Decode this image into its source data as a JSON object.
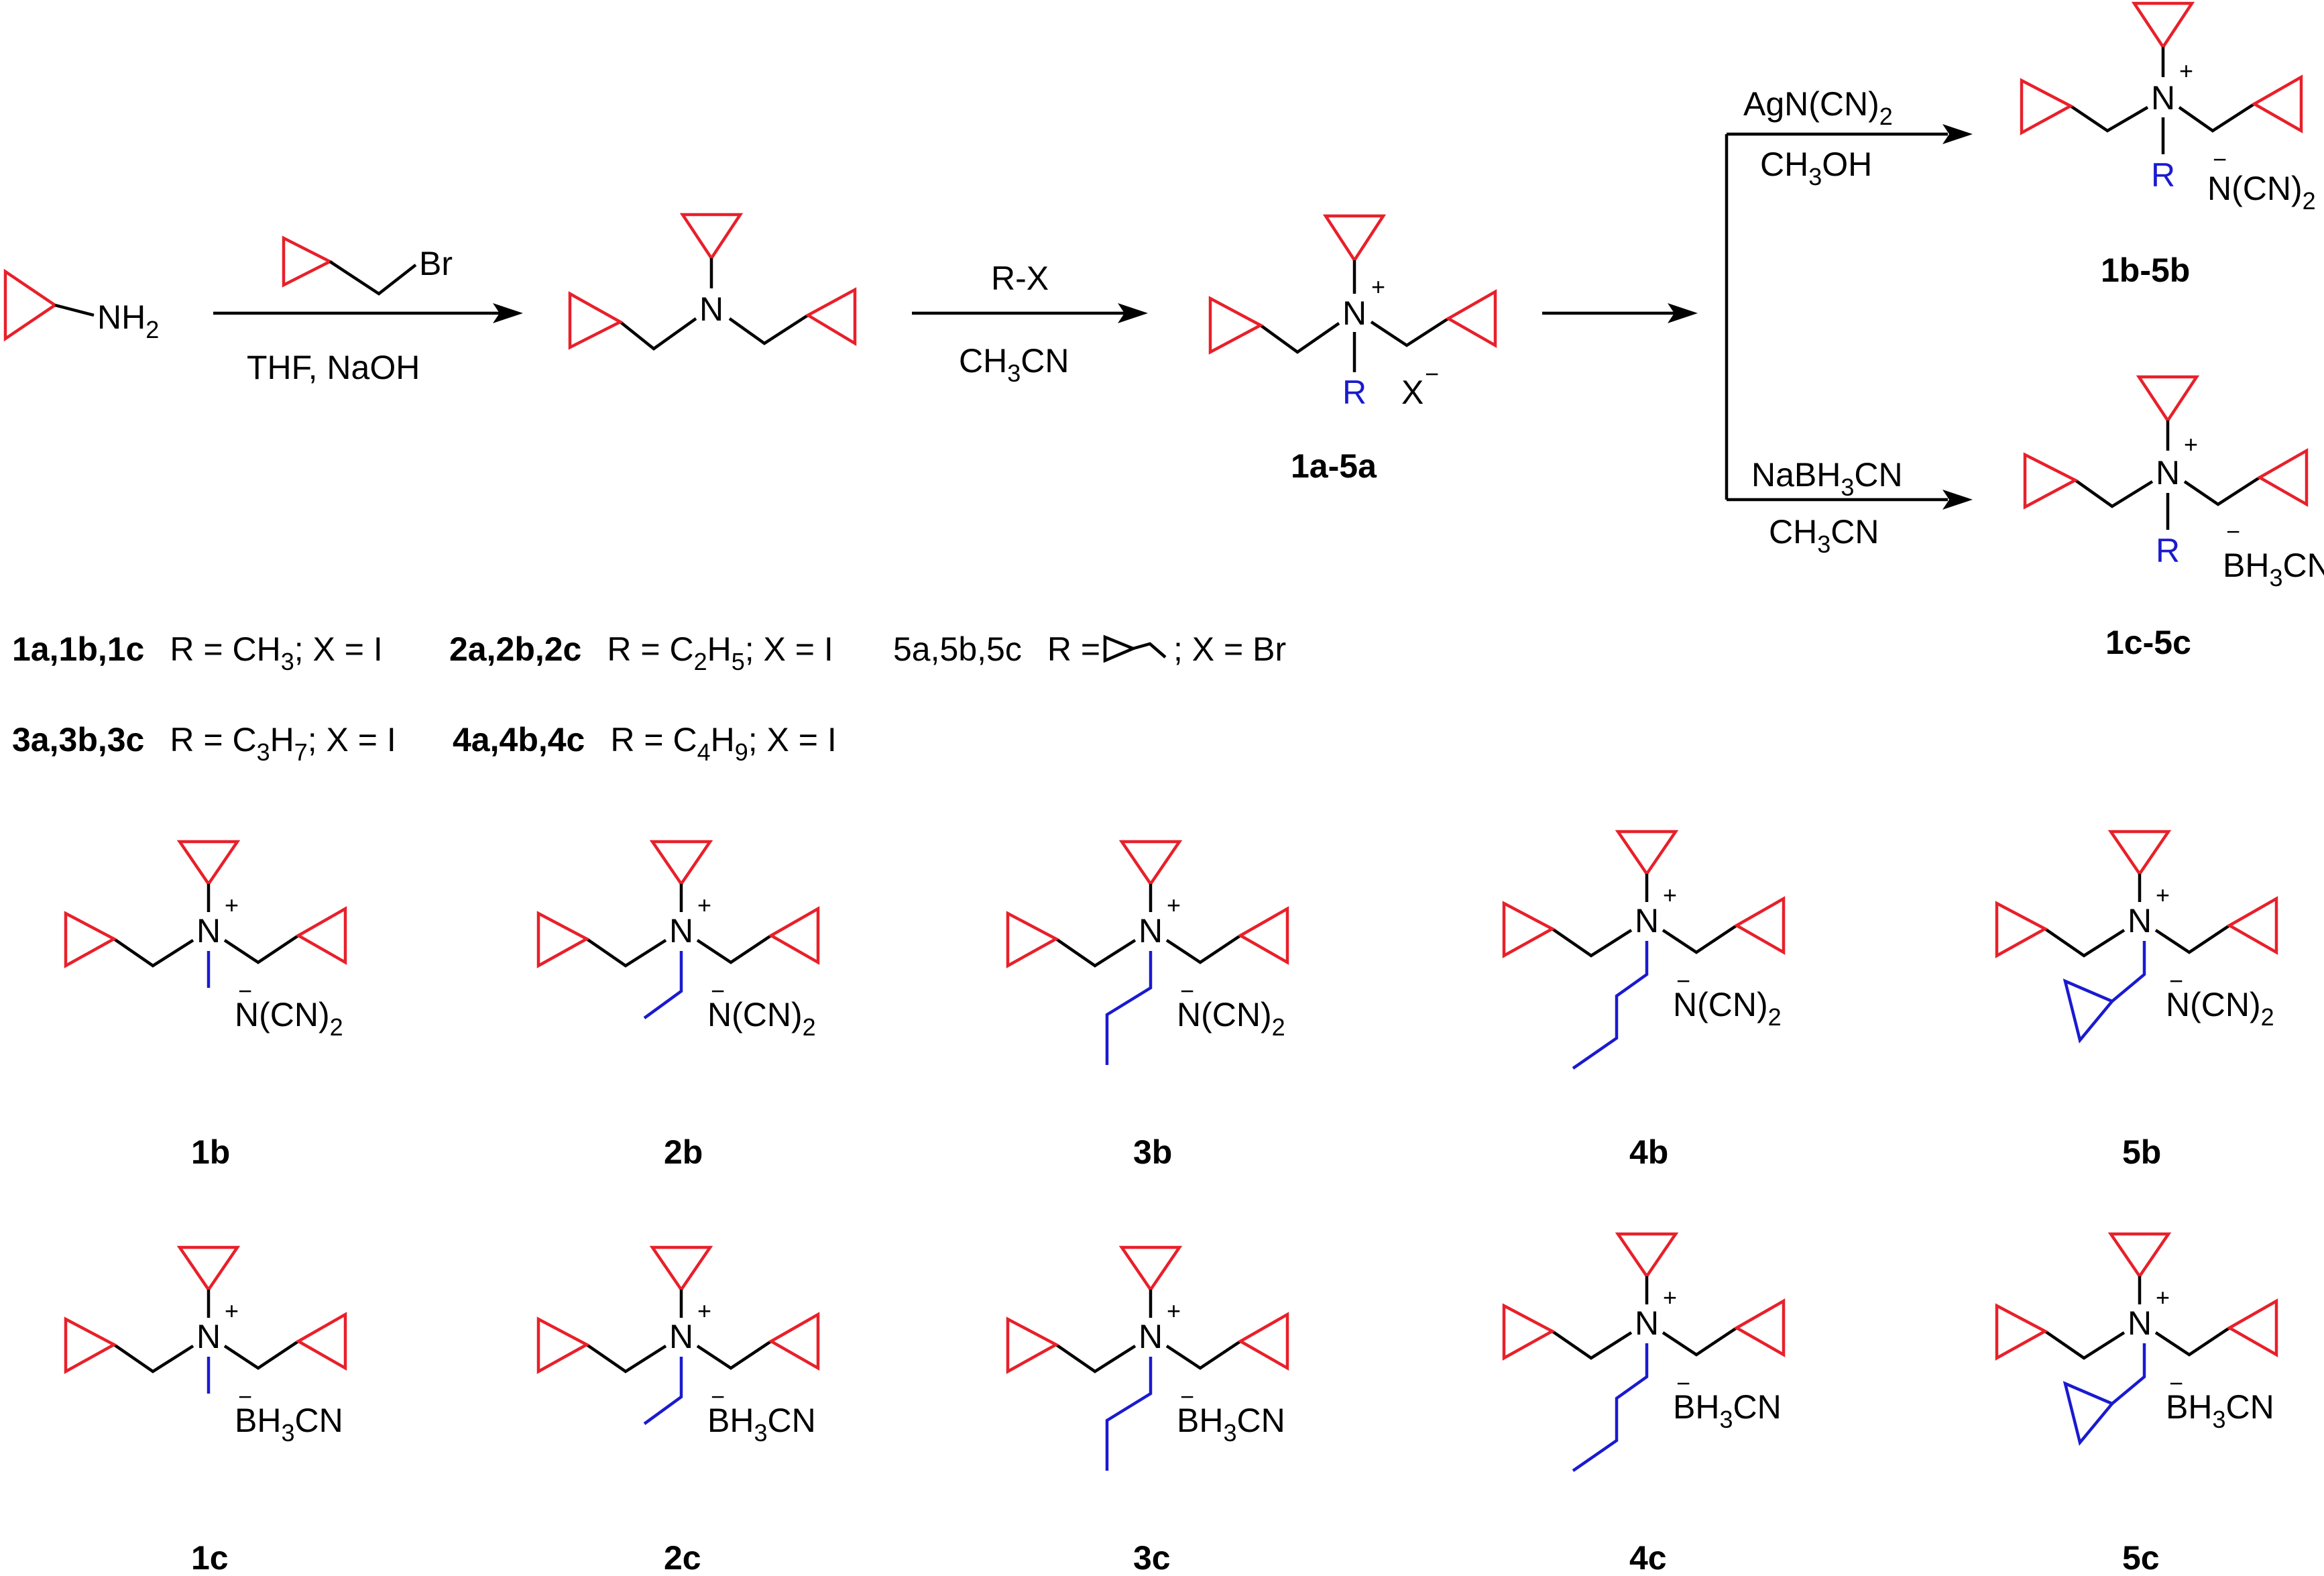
{
  "colors": {
    "ring": "#e8202a",
    "r_group": "#1a1ad0",
    "text": "#000000"
  },
  "step1": {
    "reagent_bottom": "THF, NaOH",
    "reagent_top_atom": "Br"
  },
  "start": {
    "amine": "NH",
    "amine_sub": "2"
  },
  "step2": {
    "reagent_top": "R-X",
    "solvent_main": "CH",
    "solvent_sub": "3",
    "solvent_tail": "CN"
  },
  "intermediate": {
    "label": "1a-5a",
    "n": "N",
    "charge": "+",
    "r": "R",
    "x": "X",
    "x_charge": "−"
  },
  "branch_b": {
    "reagent_main": "AgN(CN)",
    "reagent_sub": "2",
    "solvent_main": "CH",
    "solvent_sub": "3",
    "solvent_tail": "OH",
    "label": "1b-5b",
    "anion_main": "N(CN)",
    "anion_sub": "2"
  },
  "branch_c": {
    "reagent_main": "NaBH",
    "reagent_sub": "3",
    "reagent_tail": "CN",
    "solvent_main": "CH",
    "solvent_sub": "3",
    "solvent_tail": "CN",
    "label": "1c-5c",
    "anion_main": "BH",
    "anion_sub": "3",
    "anion_tail": "CN"
  },
  "legend": [
    {
      "ids": "1a,1b,1c",
      "r_main": "R = CH",
      "r_sub": "3",
      "x": "; X = I"
    },
    {
      "ids": "2a,2b,2c",
      "r_main": "R = C",
      "r_sub": "2",
      "r_mid": "H",
      "r_sub2": "5",
      "x": "; X = I"
    },
    {
      "ids": "5a,5b,5c",
      "r_main": "R =",
      "x": "; X = Br"
    },
    {
      "ids": "3a,3b,3c",
      "r_main": "R = C",
      "r_sub": "3",
      "r_mid": "H",
      "r_sub2": "7",
      "x": "; X = I"
    },
    {
      "ids": "4a,4b,4c",
      "r_main": "R = C",
      "r_sub": "4",
      "r_mid": "H",
      "r_sub2": "9",
      "x": "; X = I"
    }
  ],
  "products_b": [
    {
      "label": "1b",
      "chain": "methyl"
    },
    {
      "label": "2b",
      "chain": "ethyl"
    },
    {
      "label": "3b",
      "chain": "propyl"
    },
    {
      "label": "4b",
      "chain": "butyl"
    },
    {
      "label": "5b",
      "chain": "cyclopropylmethyl"
    }
  ],
  "products_c": [
    {
      "label": "1c",
      "chain": "methyl"
    },
    {
      "label": "2c",
      "chain": "ethyl"
    },
    {
      "label": "3c",
      "chain": "propyl"
    },
    {
      "label": "4c",
      "chain": "butyl"
    },
    {
      "label": "5c",
      "chain": "cyclopropylmethyl"
    }
  ]
}
